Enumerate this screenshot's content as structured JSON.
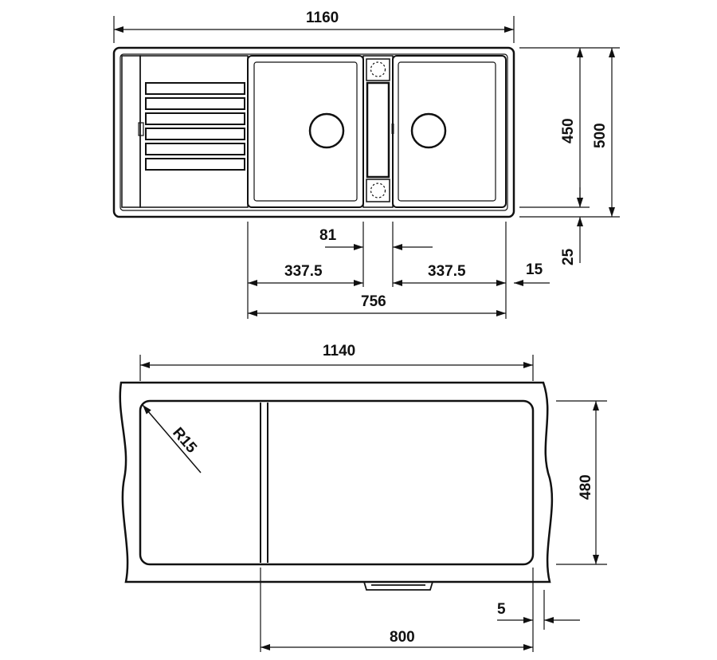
{
  "top_view": {
    "overall_width": "1160",
    "depth_outer": "500",
    "depth_inner": "450",
    "offset_bottom": "25",
    "divider_width": "81",
    "bowl_left_width": "337.5",
    "bowl_right_width": "337.5",
    "edge_right": "15",
    "bowls_total": "756"
  },
  "cutout_view": {
    "overall_width": "1140",
    "corner_radius": "R15",
    "height": "480",
    "edge_offset": "5",
    "cutout_width": "800"
  },
  "colors": {
    "ink": "#111111",
    "background": "#ffffff"
  }
}
